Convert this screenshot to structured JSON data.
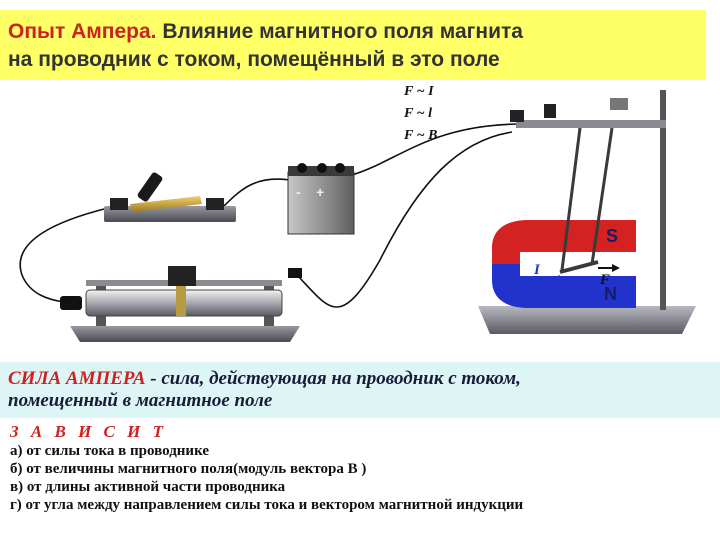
{
  "title": {
    "highlight": "Опыт Ампера.",
    "line1_rest": " Влияние магнитного поля магнита",
    "line2": "на проводник с током, помещённый в это поле"
  },
  "apparatus": {
    "formulas": [
      "F ~ I",
      "F ~ l",
      "F ~ B"
    ],
    "magnet_north": "N",
    "magnet_south": "S",
    "current_label": "I",
    "force_label": "F",
    "battery_minus": "-",
    "battery_plus": "+",
    "colors": {
      "north": "#2233cc",
      "south": "#d42222",
      "steel": "#7a7a80"
    }
  },
  "definition": {
    "term": "СИЛА АМПЕРА",
    "dash": " - ",
    "text_line1": "сила, действующая на проводник с током,",
    "text_line2": "помещенный в магнитное поле"
  },
  "depends": {
    "heading": "З А В И С И Т",
    "items": [
      "а) от силы тока в проводнике",
      "б) от величины магнитного поля(модуль вектора B )",
      "в) от длины активной части  проводника",
      "г) от угла между направлением силы тока и вектором магнитной индукции"
    ]
  }
}
